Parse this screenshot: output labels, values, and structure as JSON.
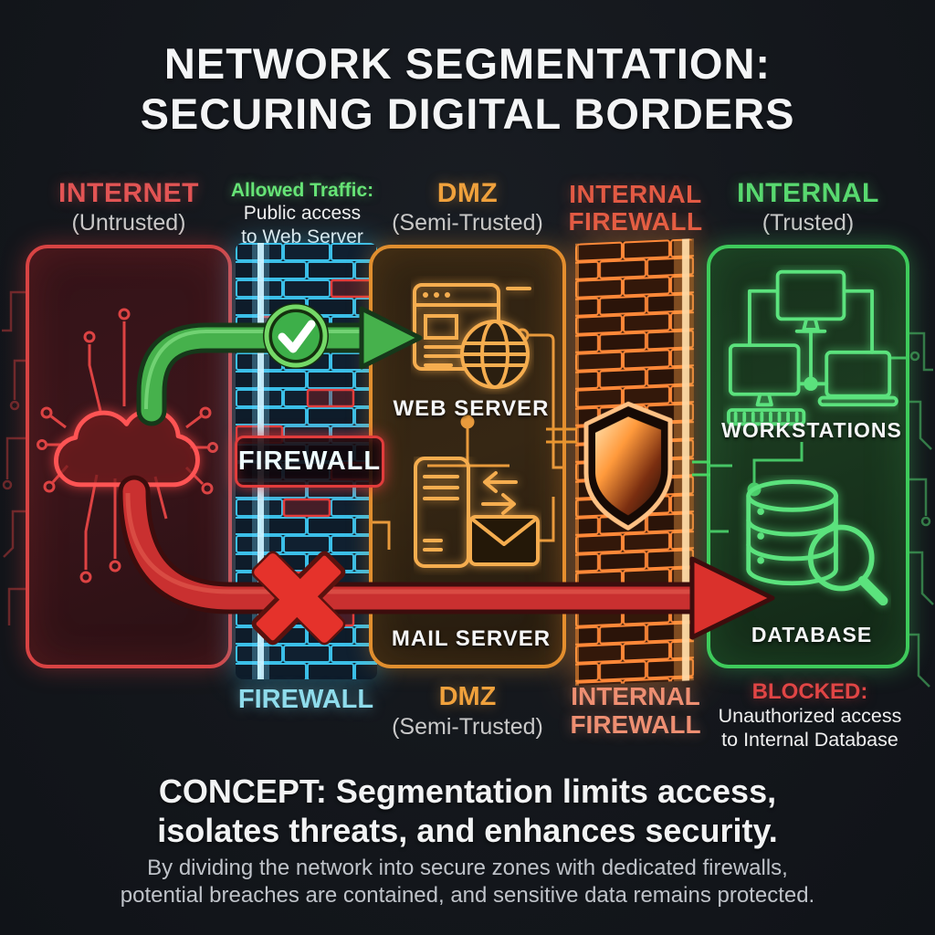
{
  "title": {
    "line1": "NETWORK SEGMENTATION:",
    "line2": "SECURING DIGITAL BORDERS"
  },
  "headers": {
    "internet": {
      "title": "INTERNET",
      "subtitle": "(Untrusted)"
    },
    "allowed_traffic": {
      "title": "Allowed Traffic:",
      "line1": "Public access",
      "line2": "to Web Server"
    },
    "dmz": {
      "title": "DMZ",
      "subtitle": "(Semi-Trusted)"
    },
    "internal_firewall": {
      "line1": "INTERNAL",
      "line2": "FIREWALL"
    },
    "internal": {
      "title": "INTERNAL",
      "subtitle": "(Trusted)"
    }
  },
  "zones": {
    "firewall": {
      "label": "FIREWALL"
    },
    "dmz": {
      "web_server": "WEB SERVER",
      "mail_server": "MAIL SERVER"
    },
    "internal": {
      "workstations": "WORKSTATIONS",
      "database": "DATABASE"
    }
  },
  "bottom_labels": {
    "firewall": "FIREWALL",
    "dmz": {
      "title": "DMZ",
      "subtitle": "(Semi-Trusted)"
    },
    "internal_firewall": {
      "line1": "INTERNAL",
      "line2": "FIREWALL"
    },
    "blocked": {
      "title": "BLOCKED:",
      "line1": "Unauthorized access",
      "line2": "to Internal Database"
    }
  },
  "footer": {
    "concept_line1": "CONCEPT: Segmentation limits access,",
    "concept_line2": "isolates threats, and enhances security.",
    "sub_line1": "By dividing the network into secure zones with dedicated firewalls,",
    "sub_line2": "potential breaches are contained, and sensitive data remains protected."
  },
  "colors": {
    "background": "#14171c",
    "internet_accent": "#e25454",
    "firewall_accent": "#3ec8f0",
    "dmz_accent": "#f0a13c",
    "internal_firewall_accent": "#ff8c3a",
    "internal_accent": "#4fd768",
    "allowed_green": "#52c356",
    "blocked_red": "#e03430",
    "text_primary": "#f2f2f2",
    "text_muted": "#c9c9c9"
  }
}
